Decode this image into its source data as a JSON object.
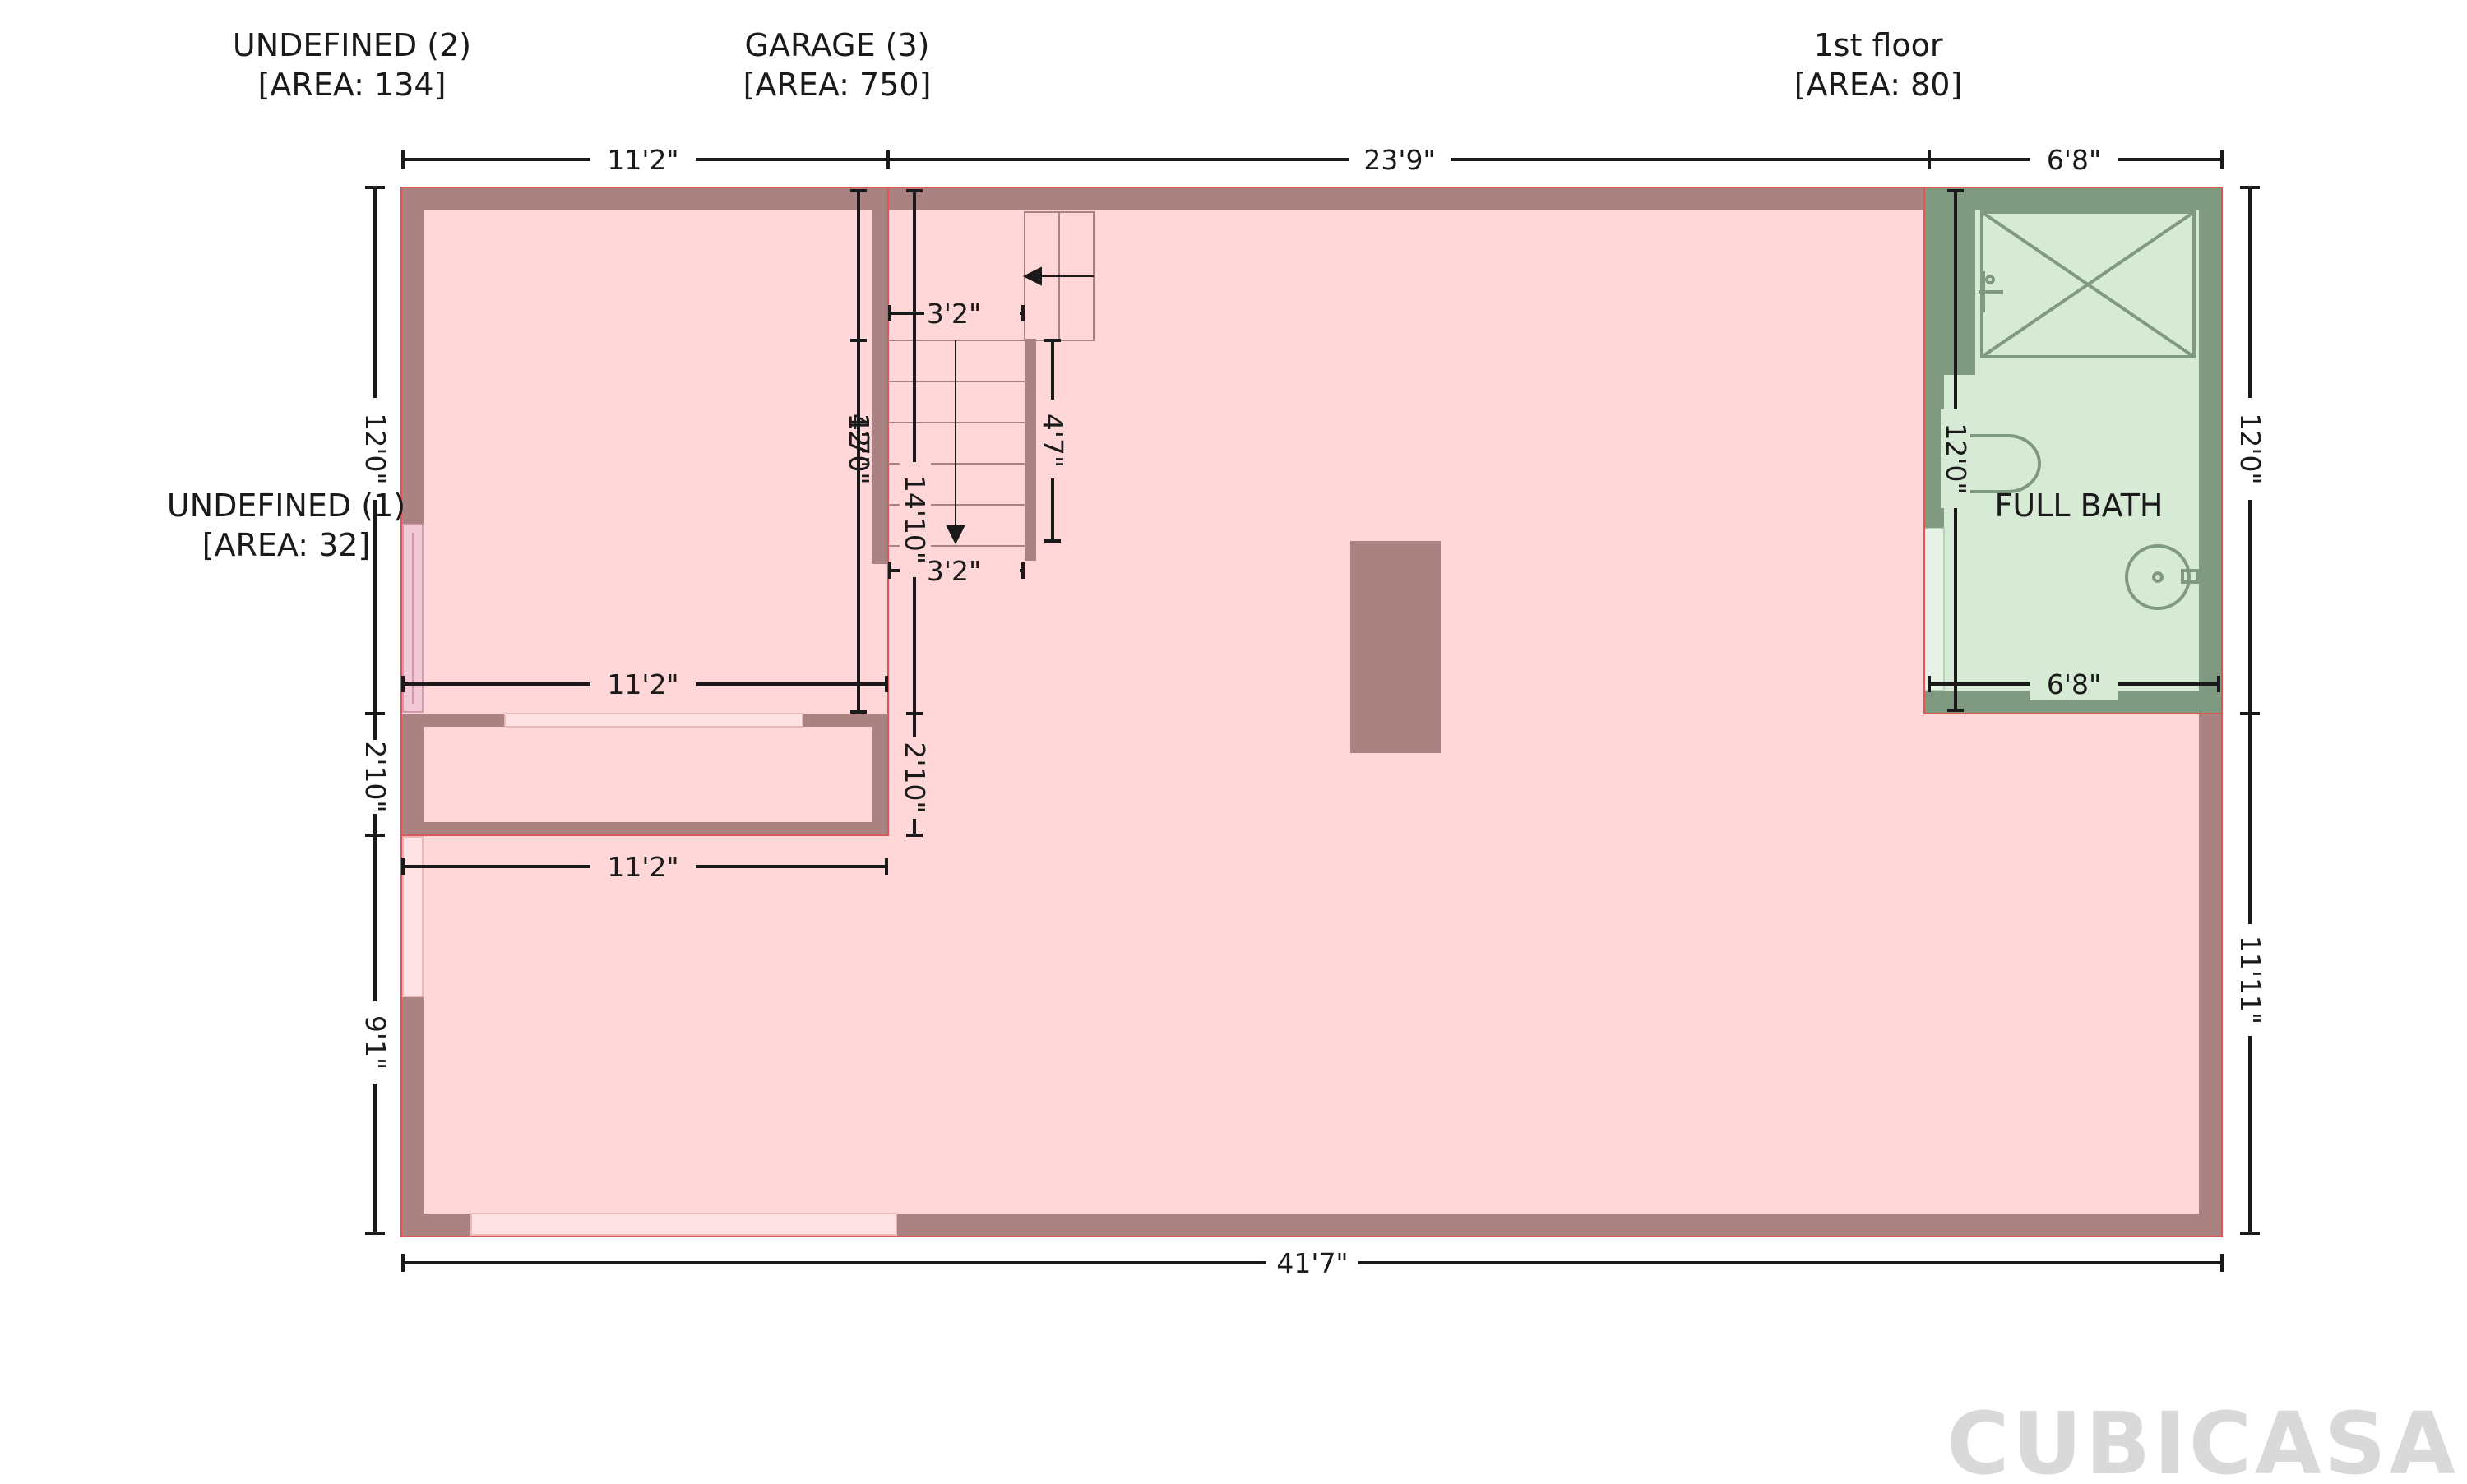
{
  "rooms": {
    "undefined_2": {
      "name": "UNDEFINED (2)",
      "area": "[AREA: 134]"
    },
    "garage_3": {
      "name": "GARAGE (3)",
      "area": "[AREA: 750]"
    },
    "first_floor": {
      "name": "1st floor",
      "area": "[AREA: 80]"
    },
    "undefined_1": {
      "name": "UNDEFINED (1)",
      "area": "[AREA: 32]"
    },
    "full_bath": {
      "name": "FULL BATH"
    }
  },
  "dimensions": {
    "top_left_width": "11'2\"",
    "top_middle_width": "23'9\"",
    "top_right_width": "6'8\"",
    "left_upper_height": "12'0\"",
    "left_middle_height": "2'10\"",
    "left_lower_height": "9'1\"",
    "right_upper_height": "12'0\"",
    "right_lower_height": "11'11\"",
    "bottom_width": "41'7\"",
    "stair_top_width": "3'2\"",
    "stair_bottom_width": "3'2\"",
    "stair_length": "14'10\"",
    "stair_side_height": "4'7\"",
    "closet_wall_height_a": "4'7\"",
    "closet_wall_height_b": "12'0\"",
    "closet_width": "11'2\"",
    "storage_width": "11'2\"",
    "storage_height": "2'10\"",
    "bath_width": "6'8\"",
    "bath_height": "12'0\""
  },
  "colors": {
    "floor": "#ffd7d8",
    "wall": "#a98281",
    "bath_floor": "#d6ead6",
    "bath_wall": "#7f9a80",
    "outline": "#e05555",
    "dimension_line": "#1a1a1a",
    "logo": "#d9d9d9"
  },
  "brand": {
    "logo": "CUBICASA"
  }
}
